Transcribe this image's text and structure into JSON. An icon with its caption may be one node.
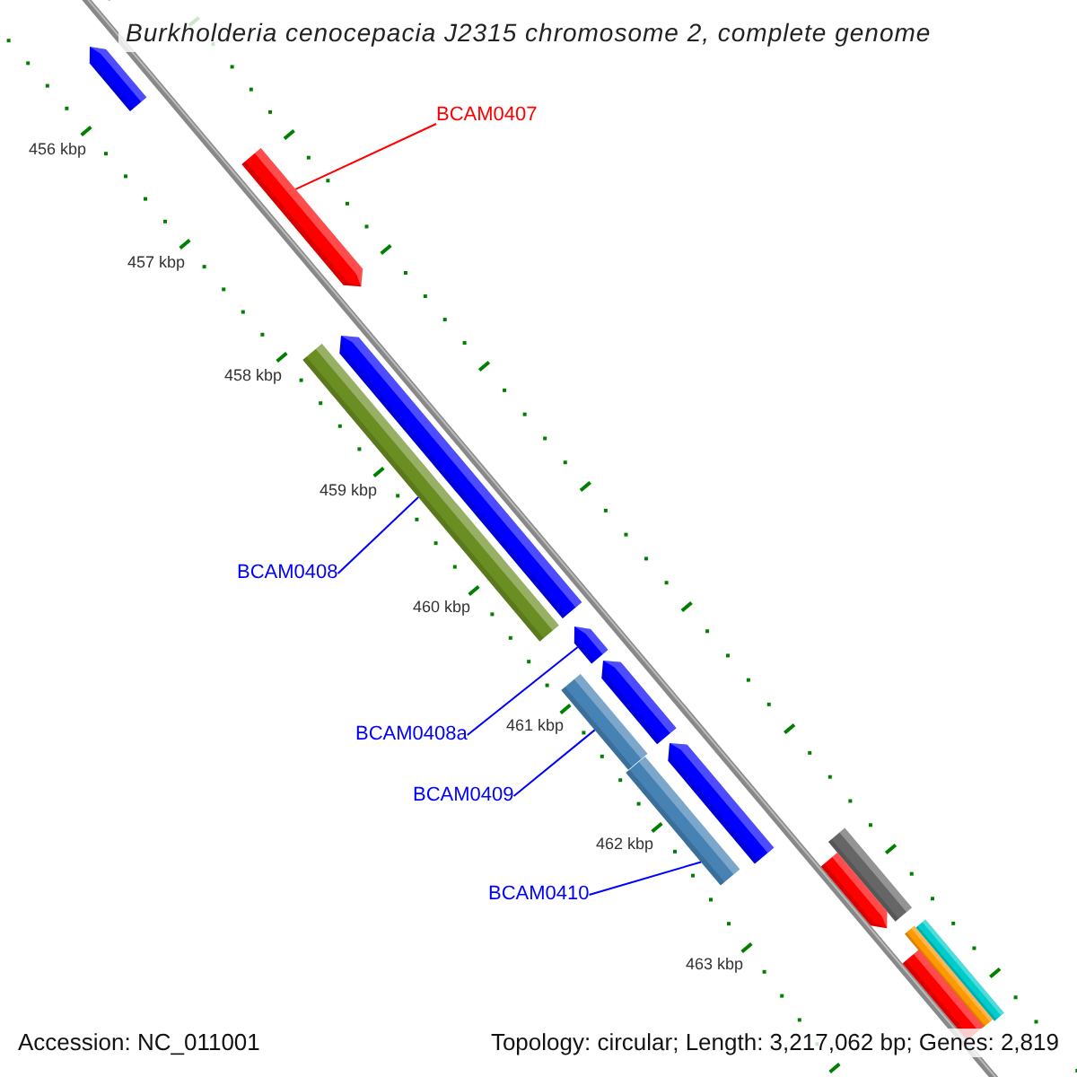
{
  "diagram": {
    "title": "Burkholderia cenocepacia J2315 chromosome 2, complete genome",
    "nodes": [
      {
        "text": [
          "BCAM0407"
        ]
      },
      {
        "text": [],
        "shape": "bar"
      },
      {
        "text": [
          "BCAM0408"
        ]
      },
      {
        "text": [],
        "shape": "bar"
      },
      {
        "text": [
          "BCAM0408a"
        ]
      },
      {
        "text": [],
        "shape": "bar"
      },
      {
        "text": [
          "BCAM0409"
        ]
      },
      {
        "text": [],
        "shape": "bar"
      },
      {
        "text": [
          "BCAM0410"
        ]
      },
      {
        "text": [],
        "shape": "bar"
      },
      {
        "text": [],
        "shape": "bar"
      },
      {
        "text": [],
        "shape": "bar"
      },
      {
        "text": [],
        "shape": "bar"
      },
      {
        "text": [],
        "shape": "bar"
      },
      {
        "text": [],
        "shape": "bar"
      },
      {
        "text": [],
        "shape": "bar"
      },
      {
        "text": [],
        "shape": "bar"
      },
      {
        "text": [],
        "shape": "bar"
      },
      {
        "text": [],
        "shape": "bar"
      },
      {
        "text": [],
        "shape": "bar"
      }
    ],
    "edges": [
      {
        "from": 0,
        "to": 1,
        "arrow": "none",
        "color": "#ff0000"
      },
      {
        "from": 2,
        "to": 3,
        "arrow": "none"
      },
      {
        "from": 4,
        "to": 5,
        "arrow": "none"
      },
      {
        "from": 6,
        "to": 7,
        "arrow": "none"
      },
      {
        "from": 8,
        "to": 9,
        "arrow": "none"
      }
    ],
    "labels": [
      "456 kbp",
      "457 kbp",
      "458 kbp",
      "459 kbp",
      "460 kbp",
      "461 kbp",
      "462 kbp",
      "463 kbp",
      "Accession: NC_011001",
      "Topology: circular; Length: 3,217,062 bp; Genes: 2,819"
    ]
  }
}
